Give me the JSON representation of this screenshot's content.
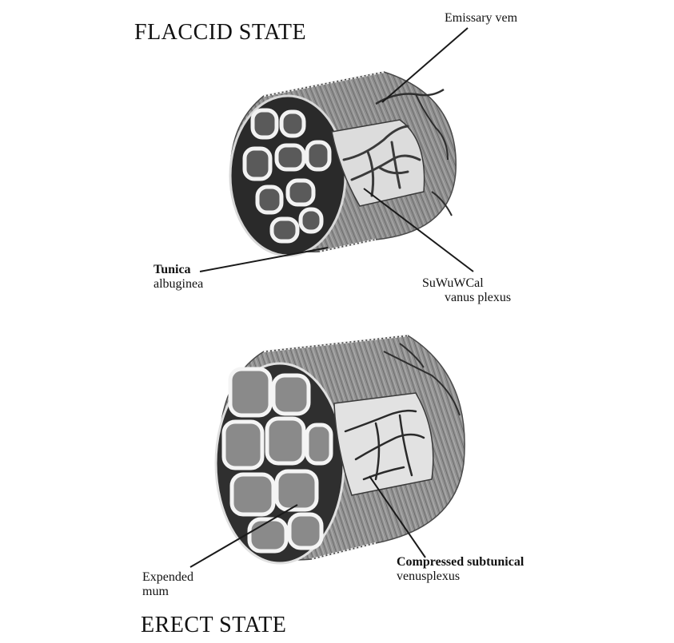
{
  "titles": {
    "flaccid": "FLACCID STATE",
    "erect": "ERECT STATE"
  },
  "labels": {
    "emissary": "Emissary vem",
    "tunica_line1": "Tunica",
    "tunica_line2": "albuginea",
    "subtunical_line1": "SuWuWCal",
    "subtunical_line2": "vanus plexus",
    "expended_line1": "Expended",
    "expended_line2": "mum",
    "compressed_line1": "Compressed subtunical",
    "compressed_line2": "venusplexus"
  }
}
